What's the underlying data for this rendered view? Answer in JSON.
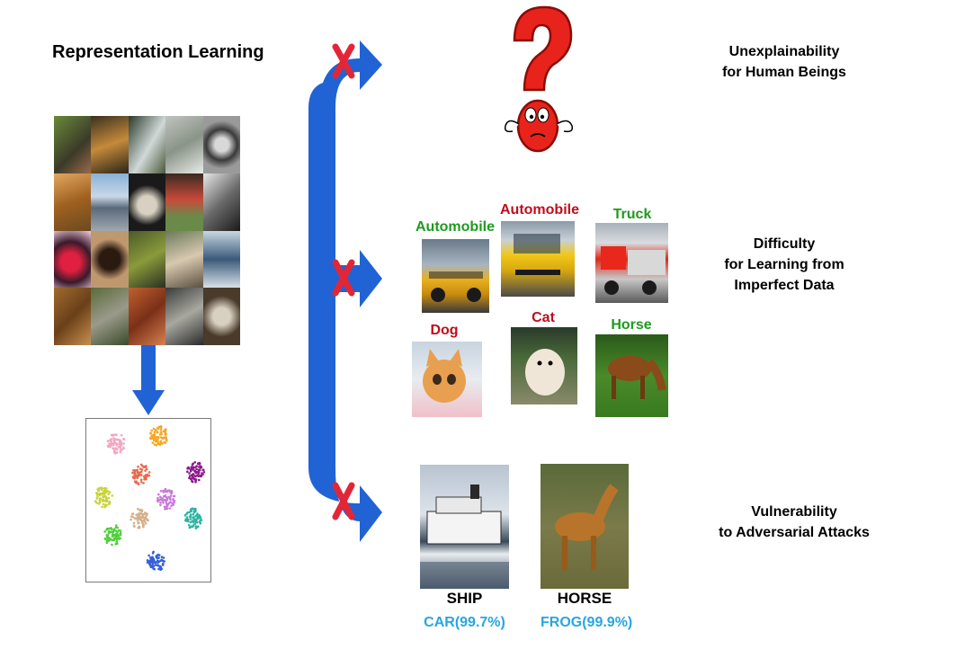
{
  "title": "Representation Learning",
  "issues": [
    {
      "line1": "Unexplainability",
      "line2": "for Human Beings"
    },
    {
      "line1": "Difficulty",
      "line2": "for Learning from",
      "line3": "Imperfect Data"
    },
    {
      "line1": "Vulnerability",
      "line2": "to Adversarial Attacks"
    }
  ],
  "noisy_labels": [
    {
      "text": "Automobile",
      "color": "green"
    },
    {
      "text": "Automobile",
      "color": "red"
    },
    {
      "text": "Truck",
      "color": "green"
    },
    {
      "text": "Dog",
      "color": "red"
    },
    {
      "text": "Cat",
      "color": "red"
    },
    {
      "text": "Horse",
      "color": "green"
    }
  ],
  "adversarial": [
    {
      "true_label": "SHIP",
      "predicted": "CAR(99.7%)"
    },
    {
      "true_label": "HORSE",
      "predicted": "FROG(99.9%)"
    }
  ],
  "colors": {
    "arrow_blue": "#2163d4",
    "cross_red": "#e32636",
    "label_green": "#1f9a1f",
    "label_red": "#c00d1c",
    "prediction_blue": "#27a6e0"
  },
  "cluster_colors": [
    "#f4a6c1",
    "#f5a623",
    "#e86a4f",
    "#8b1a8b",
    "#c8d33a",
    "#c77ad9",
    "#d4b08c",
    "#2bb3a3",
    "#4fcf3b",
    "#3560d8"
  ]
}
